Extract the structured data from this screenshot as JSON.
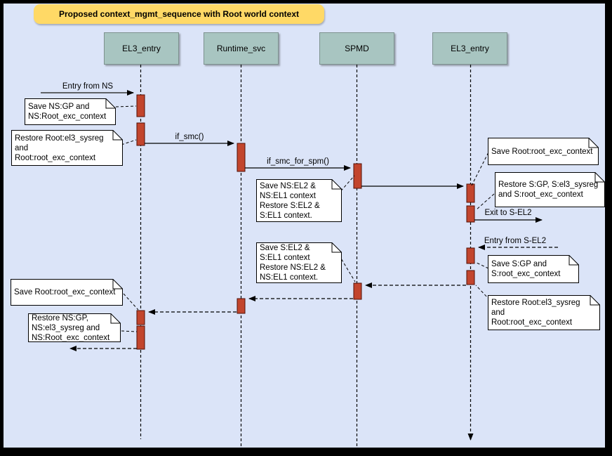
{
  "colors": {
    "background": "#dbe4f8",
    "frame": "#000000",
    "title_bg": "#ffd966",
    "title_text": "#000000",
    "head_fill": "#a8c5c1",
    "head_stroke": "#7d918e",
    "activation_fill": "#c2452d",
    "activation_stroke": "#511107",
    "line": "#000000",
    "entry_line": "#5f6368",
    "note_fill": "#ffffff"
  },
  "diagram": {
    "title": "Proposed context_mgmt_sequence with Root world context",
    "type": "uml-sequence-diagram"
  },
  "lifelines": [
    {
      "label": "EL3_entry"
    },
    {
      "label": "Runtime_svc"
    },
    {
      "label": "SPMD"
    },
    {
      "label": "EL3_entry"
    }
  ],
  "messages": {
    "entry_from_ns": "Entry from NS",
    "if_smc": "if_smc()",
    "if_smc_for_spm": "if_smc_for_spm()",
    "exit_to_sel2": "Exit to S-EL2",
    "entry_from_sel2": "Entry from S-EL2"
  },
  "notes": {
    "save_ns_gp": "Save NS:GP and\nNS:Root_exc_context",
    "restore_root_el3_left": "Restore Root:el3_sysreg\nand\nRoot:root_exc_context",
    "save_ns_el2": "Save NS:EL2 &\nNS:EL1 context\nRestore S:EL2 &\nS:EL1 context.",
    "save_root_exc_right": "Save Root:root_exc_context",
    "restore_s_gp": "Restore S:GP, S:el3_sysreg\nand S:root_exc_context",
    "save_s_gp": "Save S:GP and\nS:root_exc_context",
    "restore_root_el3_right": "Restore Root:el3_sysreg\nand\nRoot:root_exc_context",
    "save_s_el2": "Save S:EL2 &\nS:EL1 context\nRestore NS:EL2 &\nNS:EL1 context.",
    "save_root_exc_left": "Save Root:root_exc_context",
    "restore_ns_gp": "Restore NS:GP,\nNS:el3_sysreg and\nNS:Root_exc_context"
  }
}
